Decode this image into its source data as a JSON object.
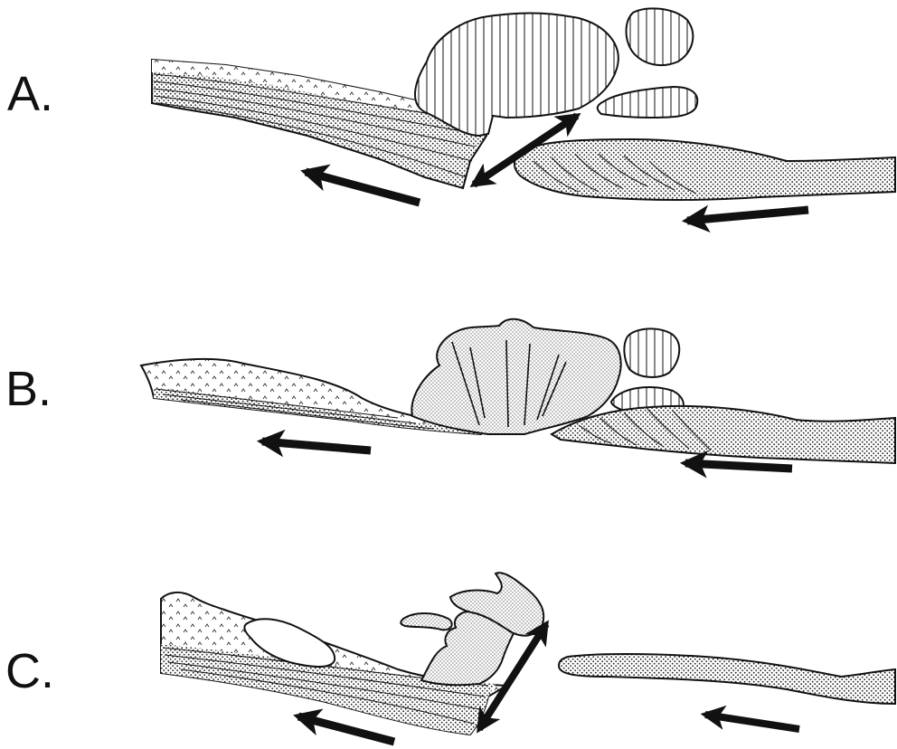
{
  "panels": [
    {
      "label": "A."
    },
    {
      "label": "B."
    },
    {
      "label": "C."
    }
  ],
  "colors": {
    "ink": "#111111",
    "background": "#ffffff"
  }
}
